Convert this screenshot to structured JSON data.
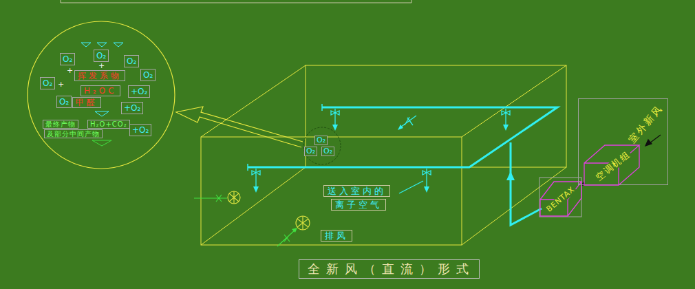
{
  "diagram": {
    "title": "全新风（直流）形式",
    "nodes": [
      {
        "text": [
          "O₂"
        ]
      },
      {
        "text": [
          "O₂"
        ]
      },
      {
        "text": [
          "O₂"
        ]
      },
      {
        "text": [
          "挥发系物"
        ]
      },
      {
        "text": [
          "O₂"
        ]
      },
      {
        "text": [
          "O₂"
        ]
      },
      {
        "text": [
          "H₂OC"
        ]
      },
      {
        "text": [
          "+O₂"
        ]
      },
      {
        "text": [
          "O₂"
        ]
      },
      {
        "text": [
          "甲醛"
        ]
      },
      {
        "text": [
          "+O₂"
        ]
      },
      {
        "text": [
          "最终产物"
        ]
      },
      {
        "text": [
          "H₂O+CO₂"
        ]
      },
      {
        "text": [
          "及部分中间产物"
        ]
      },
      {
        "text": [
          "+O₂"
        ]
      },
      {
        "text": [
          "O₂"
        ]
      },
      {
        "text": [
          "O₂"
        ]
      },
      {
        "text": [
          "O₂"
        ]
      },
      {
        "text": [
          "送入室内的"
        ]
      },
      {
        "text": [
          "离子空气"
        ]
      },
      {
        "text": [
          "排风"
        ]
      },
      {
        "text": [
          "BENTAX"
        ]
      },
      {
        "text": [
          "室外新风"
        ]
      },
      {
        "text": [
          "空调机组"
        ],
        "in": 22
      }
    ],
    "edges": [
      {
        "from": 23,
        "to": 21,
        "arrow": "to"
      }
    ],
    "labels": [
      "+",
      "+",
      "+"
    ]
  }
}
